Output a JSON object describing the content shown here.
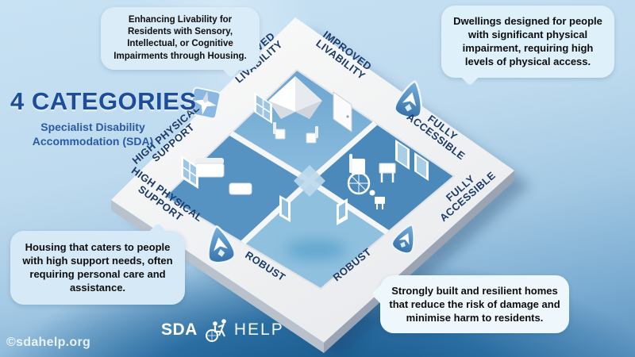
{
  "header": {
    "title": "4 CATEGORIES",
    "subtitle_line1": "Specialist Disability",
    "subtitle_line2": "Accommodation (SDA)"
  },
  "diamond": {
    "labels": {
      "improved_livability": {
        "line1": "IMPROVED",
        "line2": "LIVABILITY"
      },
      "fully_accessible": {
        "line1": "FULLY",
        "line2": "ACCESSIBLE"
      },
      "robust": {
        "line1": "ROBUST",
        "line2": ""
      },
      "high_physical_support": {
        "line1": "HIGH PHYSICAL",
        "line2": "SUPPORT"
      }
    }
  },
  "callouts": {
    "improved_livability": "Enhancing Livability for Residents with Sensory, Intellectual, or Cognitive Impairments through Housing.",
    "fully_accessible": "Dwellings designed for people with significant physical impairment, requiring high levels of physical access.",
    "high_physical_support": "Housing that caters to people with high support needs, often requiring personal care and assistance.",
    "robust": "Strongly built and resilient homes that reduce the risk of damage and minimise harm to residents."
  },
  "footer": {
    "logo_sda": "SDA",
    "logo_help": "HELP",
    "watermark": "©sdahelp.org"
  },
  "icons": {
    "nw_badge": "origami-star-badge-icon",
    "ne_badge": "shield-arrow-badge-icon",
    "sw_badge": "shield-arrow-badge-icon",
    "se_badge": "shield-arrow-badge-icon",
    "logo": "wheelchair-assist-icon"
  },
  "colors": {
    "title_text": "#1c4d9a",
    "label_text": "#1a3a68",
    "bubble_bg": "#dceef9",
    "background_top": "#c6e1f3",
    "background_bottom": "#11507f",
    "badge_blue": "#4f8fc3",
    "frame_white": "#f4f5f4"
  }
}
